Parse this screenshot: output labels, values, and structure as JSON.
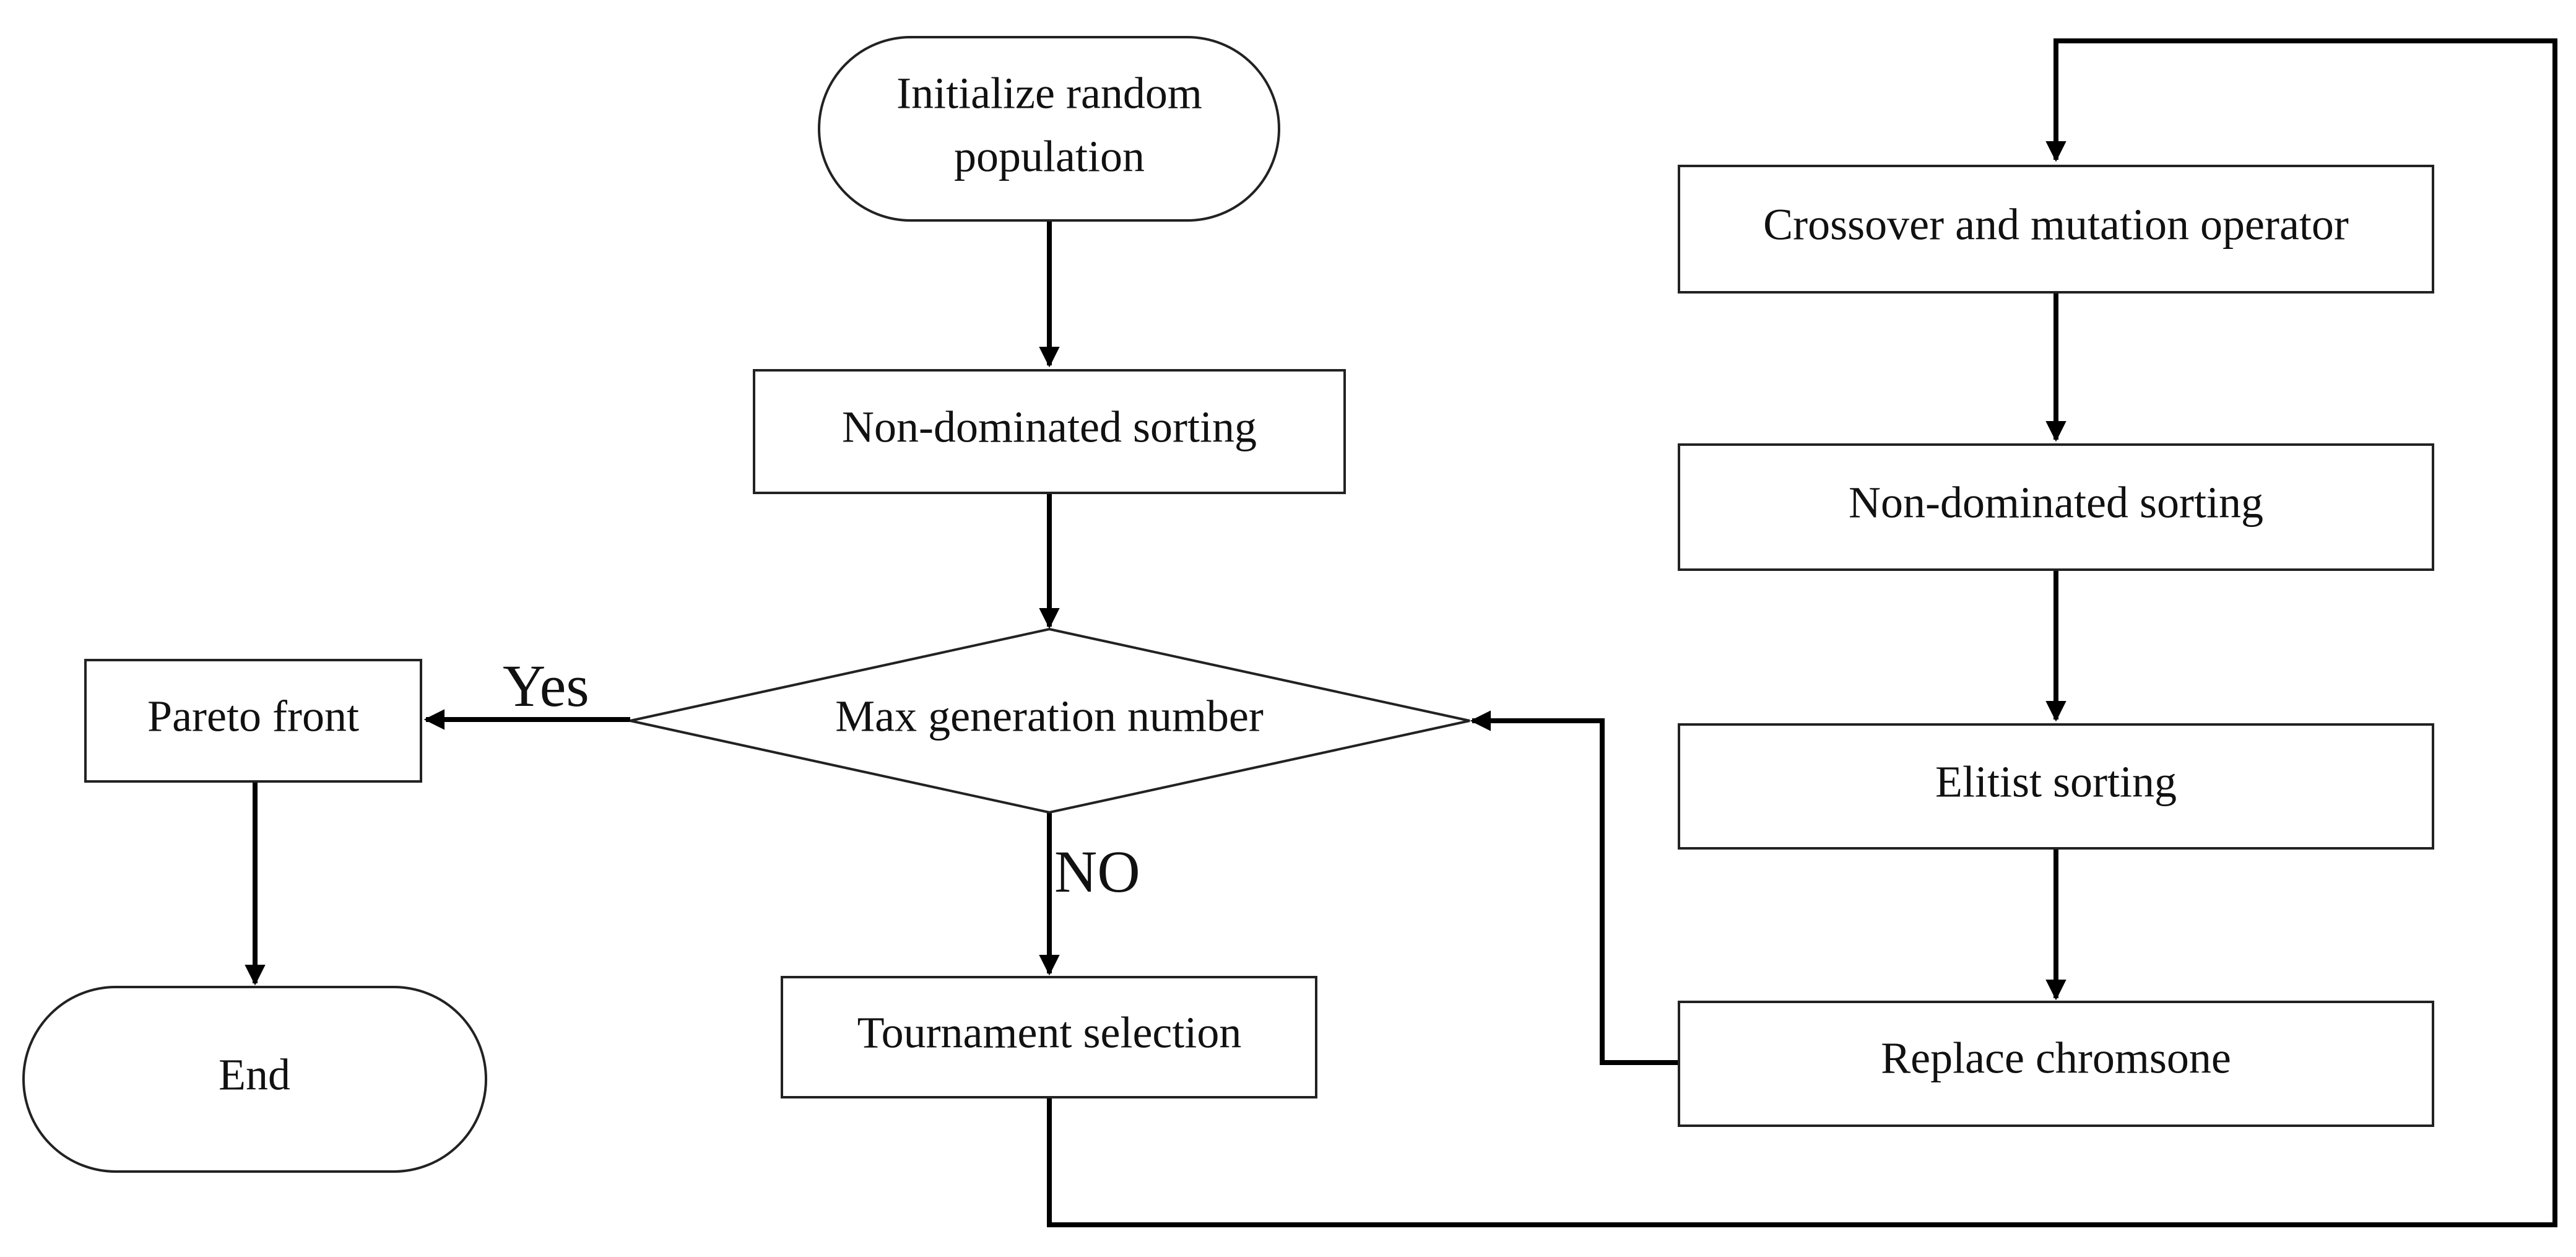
{
  "diagram": {
    "nodes": {
      "start": {
        "lines": [
          "Initialize random",
          "population"
        ],
        "shape": "terminator"
      },
      "sort_initial": {
        "lines": [
          "Non-dominated sorting"
        ],
        "shape": "process"
      },
      "decision": {
        "lines": [
          "Max generation number"
        ],
        "shape": "decision"
      },
      "pareto": {
        "lines": [
          "Pareto front"
        ],
        "shape": "process"
      },
      "end": {
        "lines": [
          "End"
        ],
        "shape": "terminator"
      },
      "tournament": {
        "lines": [
          "Tournament selection"
        ],
        "shape": "process"
      },
      "crossover": {
        "lines": [
          "Crossover and mutation operator"
        ],
        "shape": "process"
      },
      "sort_loop": {
        "lines": [
          "Non-dominated sorting"
        ],
        "shape": "process"
      },
      "elitist": {
        "lines": [
          "Elitist sorting"
        ],
        "shape": "process"
      },
      "replace": {
        "lines": [
          "Replace chromsone"
        ],
        "shape": "process"
      }
    },
    "edge_labels": {
      "yes": "Yes",
      "no": "NO"
    }
  }
}
